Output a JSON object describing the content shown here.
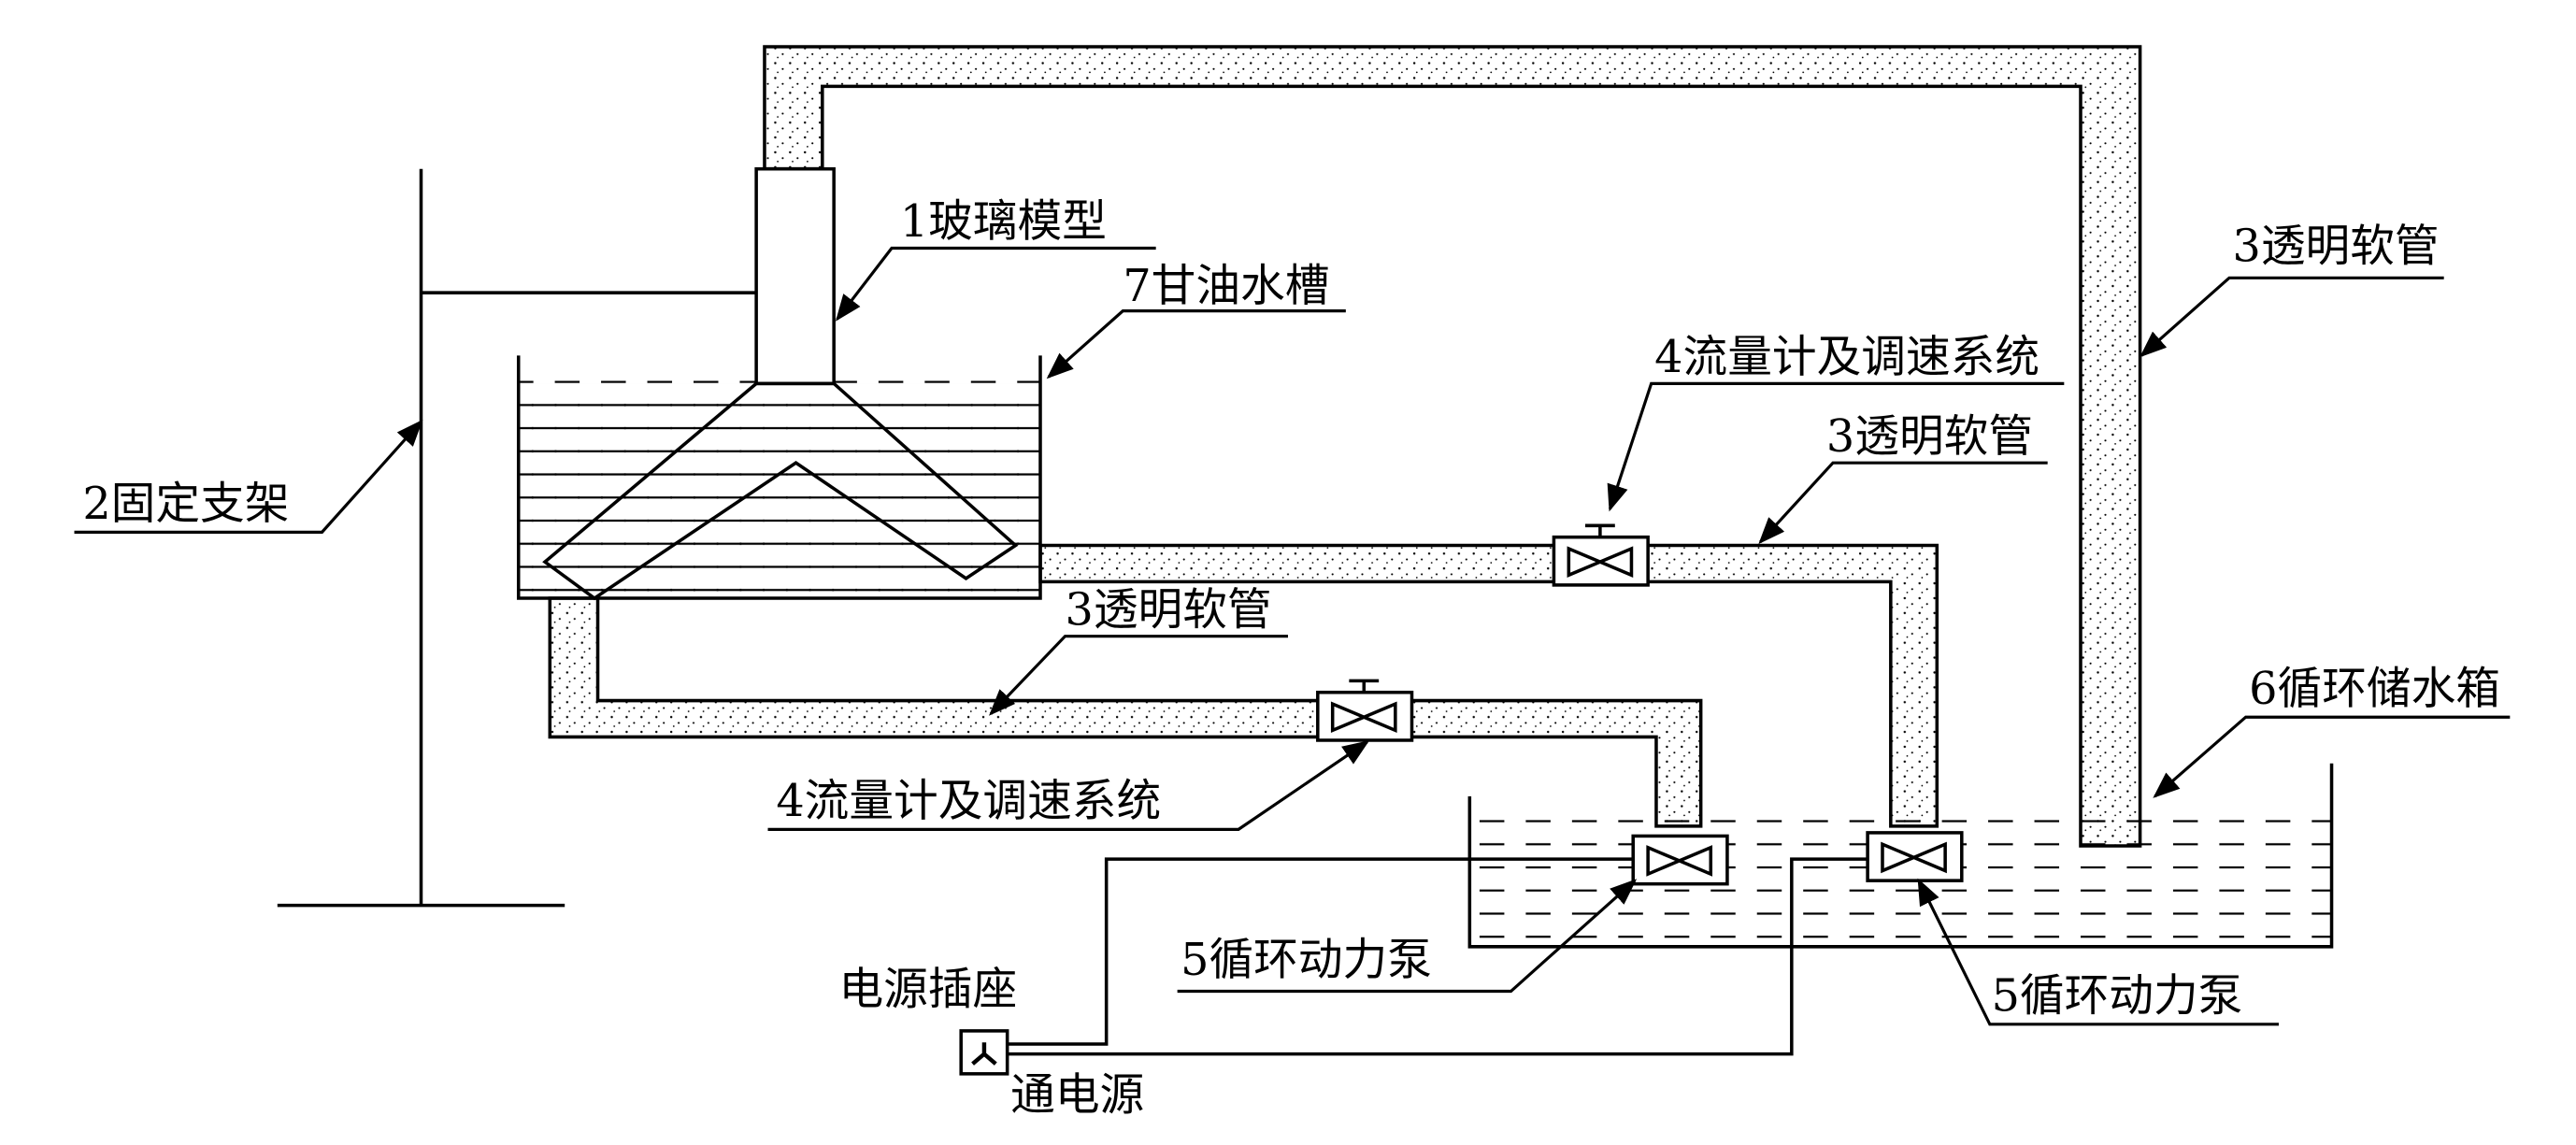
{
  "labels": {
    "glass_model": "1玻璃模型",
    "glycerin_tank": "7甘油水槽",
    "fixed_bracket": "2固定支架",
    "hose_right": "3透明软管",
    "flow_top": "4流量计及调速系统",
    "hose_mid": "3透明软管",
    "hose_low": "3透明软管",
    "flow_bottom": "4流量计及调速系统",
    "storage_tank": "6循环储水箱",
    "pump_left": "5循环动力泵",
    "pump_right": "5循环动力泵",
    "socket": "电源插座",
    "power_on": "通电源"
  },
  "icons": [
    "flow-meter-icon",
    "pump-icon",
    "power-socket-icon",
    "leader-arrow-icon"
  ]
}
